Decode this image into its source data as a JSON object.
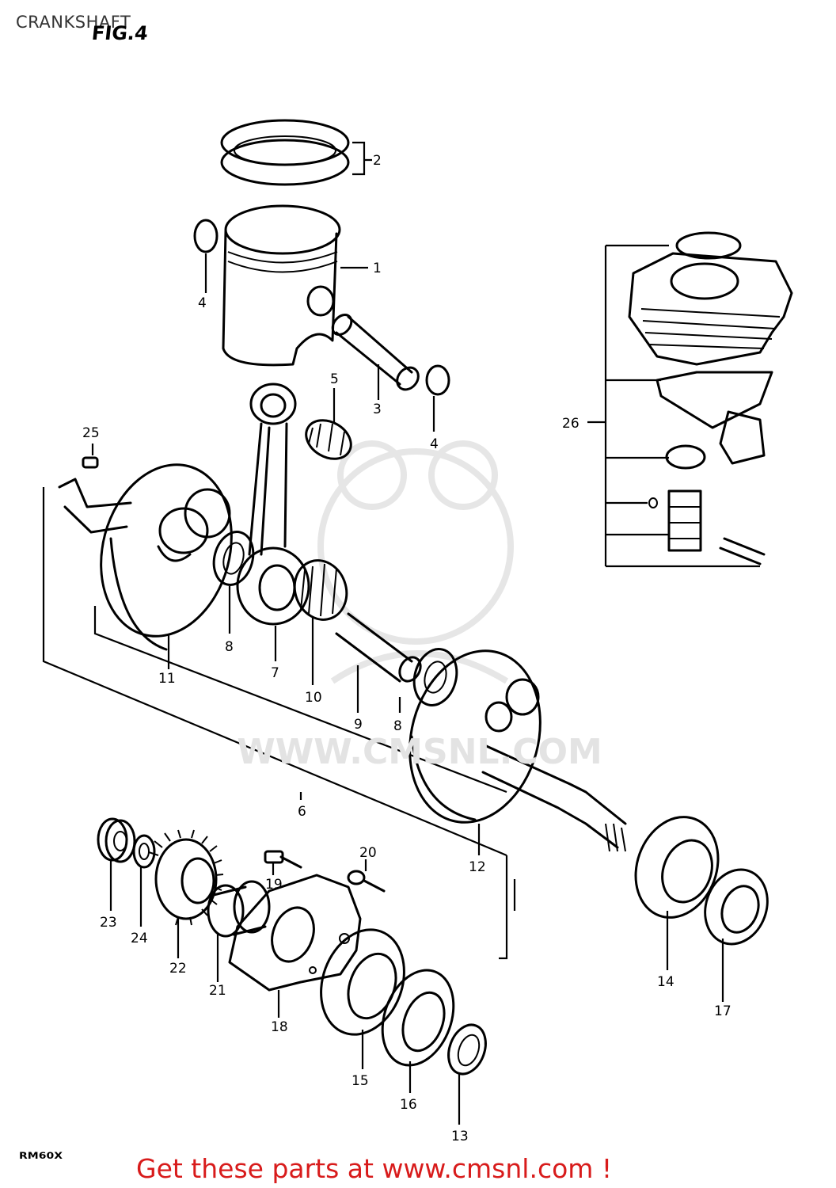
{
  "header": {
    "title": "CRANKSHAFT",
    "figure": "FIG.4"
  },
  "model_code": "RM60X",
  "watermark": "WWW.CMSNL.COM",
  "footer": {
    "text": "Get these parts at www.cmsnl.com !",
    "color": "#d81b1b"
  },
  "callouts": [
    {
      "id": "1",
      "label": "1"
    },
    {
      "id": "2",
      "label": "2"
    },
    {
      "id": "3",
      "label": "3"
    },
    {
      "id": "4a",
      "label": "4"
    },
    {
      "id": "4b",
      "label": "4"
    },
    {
      "id": "5",
      "label": "5"
    },
    {
      "id": "6",
      "label": "6"
    },
    {
      "id": "7",
      "label": "7"
    },
    {
      "id": "8a",
      "label": "8"
    },
    {
      "id": "8b",
      "label": "8"
    },
    {
      "id": "9",
      "label": "9"
    },
    {
      "id": "10",
      "label": "10"
    },
    {
      "id": "11",
      "label": "11"
    },
    {
      "id": "12",
      "label": "12"
    },
    {
      "id": "13",
      "label": "13"
    },
    {
      "id": "14",
      "label": "14"
    },
    {
      "id": "15",
      "label": "15"
    },
    {
      "id": "16",
      "label": "16"
    },
    {
      "id": "17",
      "label": "17"
    },
    {
      "id": "18",
      "label": "18"
    },
    {
      "id": "19",
      "label": "19"
    },
    {
      "id": "20",
      "label": "20"
    },
    {
      "id": "21",
      "label": "21"
    },
    {
      "id": "22",
      "label": "22"
    },
    {
      "id": "23",
      "label": "23"
    },
    {
      "id": "24",
      "label": "24"
    },
    {
      "id": "25",
      "label": "25"
    },
    {
      "id": "26",
      "label": "26"
    }
  ]
}
